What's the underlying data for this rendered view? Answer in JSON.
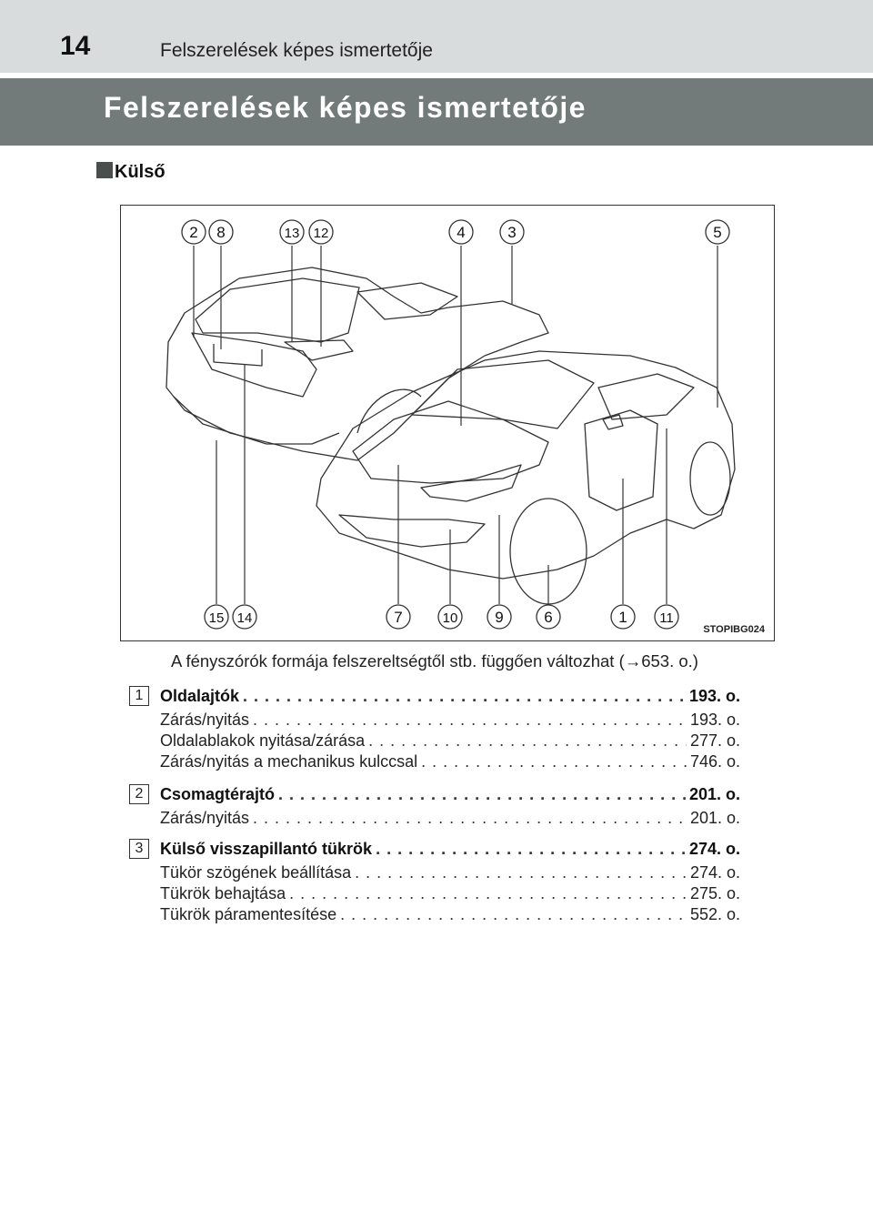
{
  "header": {
    "page_number": "14",
    "running_title": "Felszerelések képes ismertetője"
  },
  "chapter_title": "Felszerelések képes ismertetője",
  "section": {
    "title": "Külső"
  },
  "figure": {
    "code": "STOPIBG024",
    "top_callouts": [
      "2",
      "8",
      "13",
      "12",
      "4",
      "3",
      "5"
    ],
    "bottom_callouts": [
      "15",
      "14",
      "7",
      "10",
      "9",
      "6",
      "1",
      "11"
    ]
  },
  "caption": "A fényszórók formája felszereltségtől stb. függően változhat (→653. o.)",
  "entries": [
    {
      "number": "1",
      "title": "Oldalajtók",
      "page": "193. o.",
      "items": [
        {
          "label": "Zárás/nyitás",
          "page": "193. o."
        },
        {
          "label": "Oldalablakok nyitása/zárása",
          "page": "277. o."
        },
        {
          "label": "Zárás/nyitás a mechanikus kulccsal",
          "page": "746. o."
        }
      ]
    },
    {
      "number": "2",
      "title": "Csomagtérajtó",
      "page": "201. o.",
      "items": [
        {
          "label": "Zárás/nyitás",
          "page": "201. o."
        }
      ]
    },
    {
      "number": "3",
      "title": "Külső visszapillantó tükrök",
      "page": "274. o.",
      "items": [
        {
          "label": "Tükör szögének beállítása",
          "page": "274. o."
        },
        {
          "label": "Tükrök behajtása",
          "page": "275. o."
        },
        {
          "label": "Tükrök páramentesítése",
          "page": "552. o."
        }
      ]
    }
  ]
}
